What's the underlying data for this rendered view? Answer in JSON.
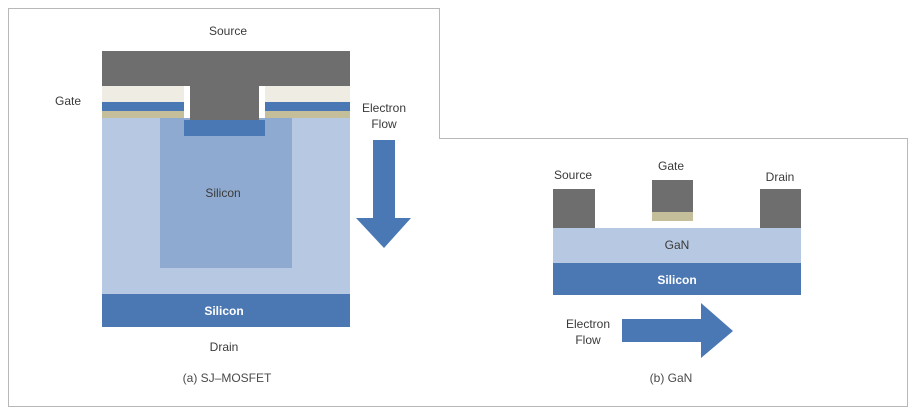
{
  "mosfet": {
    "source_label": "Source",
    "gate_label": "Gate",
    "electron_flow_line1": "Electron",
    "electron_flow_line2": "Flow",
    "silicon_inner_label": "Silicon",
    "silicon_substrate_label": "Silicon",
    "drain_label": "Drain",
    "caption": "(a) SJ–MOSFET"
  },
  "gan": {
    "source_label": "Source",
    "gate_label": "Gate",
    "drain_label": "Drain",
    "gan_layer_label": "GaN",
    "silicon_label": "Silicon",
    "electron_flow_line1": "Electron",
    "electron_flow_line2": "Flow",
    "caption": "(b) GaN"
  },
  "colors": {
    "metal": "#6e6e6e",
    "oxide": "#efece3",
    "gate_blue": "#4a78b4",
    "gate_insulator": "#c4bf9a",
    "drift_light": "#b7c8e2",
    "pillar": "#8faad0",
    "substrate": "#4b78b3",
    "arrow": "#4a78b4",
    "frame": "#b8b8b8"
  }
}
